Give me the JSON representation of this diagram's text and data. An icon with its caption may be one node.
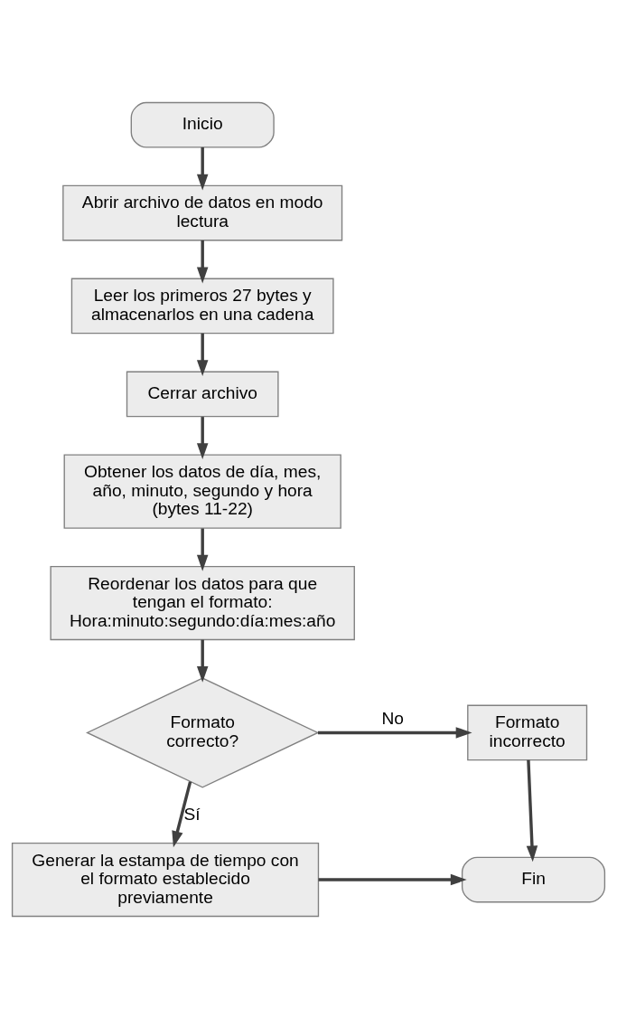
{
  "diagram": {
    "nodes": [
      {
        "text": [
          "Inicio"
        ]
      },
      {
        "text": [
          "Abrir archivo de datos en modo lectura"
        ]
      },
      {
        "text": [
          "Leer los primeros 27 bytes y almacenarlos en una cadena"
        ]
      },
      {
        "text": [
          "Cerrar archivo"
        ]
      },
      {
        "text": [
          "Obtener los datos de día, mes, año, minuto, segundo y hora (bytes 11-22)"
        ]
      },
      {
        "text": [
          "Reordenar los datos para que tengan el formato: Hora:minuto:segundo:día:mes:año"
        ]
      },
      {
        "text": [
          "Formato correcto?"
        ]
      },
      {
        "text": [
          "Formato incorrecto"
        ]
      },
      {
        "text": [
          "Generar la estampa de tiempo con el formato establecido previamente"
        ]
      },
      {
        "text": [
          "Fin"
        ]
      }
    ],
    "edges": [
      {
        "from": 0,
        "to": 1,
        "arrow": "to"
      },
      {
        "from": 1,
        "to": 2,
        "arrow": "to"
      },
      {
        "from": 2,
        "to": 3,
        "arrow": "to"
      },
      {
        "from": 3,
        "to": 4,
        "arrow": "to"
      },
      {
        "from": 4,
        "to": 5,
        "arrow": "to"
      },
      {
        "from": 5,
        "to": 6,
        "arrow": "to"
      },
      {
        "from": 6,
        "to": 7,
        "arrow": "to",
        "label": "No"
      },
      {
        "from": 6,
        "to": 8,
        "arrow": "to",
        "label": "Sí"
      },
      {
        "from": 7,
        "to": 9,
        "arrow": "to"
      },
      {
        "from": 8,
        "to": 9,
        "arrow": "to"
      }
    ]
  }
}
